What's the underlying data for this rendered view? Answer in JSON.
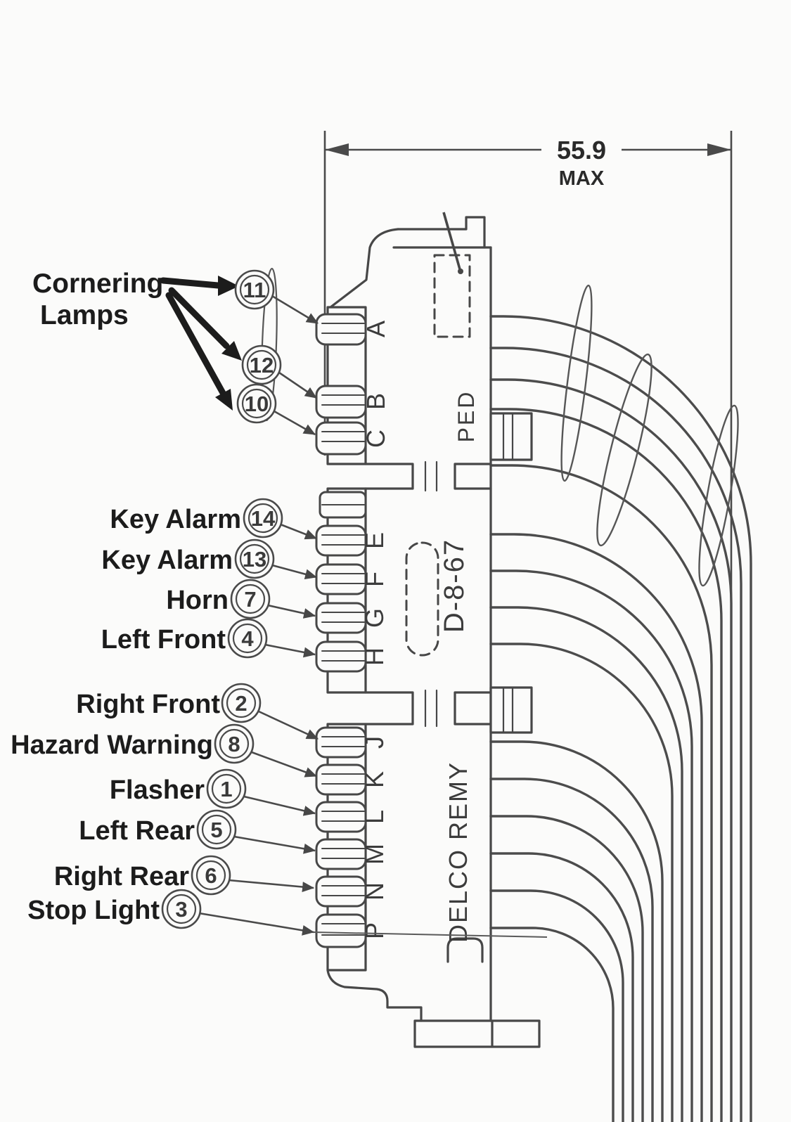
{
  "dimension": {
    "value": "55.9",
    "qualifier": "MAX"
  },
  "connector": {
    "ped_label": "PED",
    "date_code": "D-8-67",
    "brand": "DELCO REMY",
    "terminals": [
      {
        "letter": "A"
      },
      {
        "letter": "B"
      },
      {
        "letter": "C"
      },
      {
        "letter": "E"
      },
      {
        "letter": "F"
      },
      {
        "letter": "G"
      },
      {
        "letter": "H"
      },
      {
        "letter": "J"
      },
      {
        "letter": "K"
      },
      {
        "letter": "L"
      },
      {
        "letter": "M"
      },
      {
        "letter": "N"
      },
      {
        "letter": "P"
      }
    ]
  },
  "callouts": {
    "cornering": {
      "line1": "Cornering",
      "line2": "Lamps",
      "circles": [
        "11",
        "12",
        "10"
      ]
    },
    "items": [
      {
        "label": "Key Alarm",
        "num": "14"
      },
      {
        "label": "Key Alarm",
        "num": "13"
      },
      {
        "label": "Horn",
        "num": "7"
      },
      {
        "label": "Left Front",
        "num": "4"
      },
      {
        "label": "Right Front",
        "num": "2"
      },
      {
        "label": "Hazard Warning",
        "num": "8"
      },
      {
        "label": "Flasher",
        "num": "1"
      },
      {
        "label": "Left Rear",
        "num": "5"
      },
      {
        "label": "Right Rear",
        "num": "6"
      },
      {
        "label": "Stop Light",
        "num": "3"
      }
    ]
  },
  "colors": {
    "ink": "#474747",
    "label_ink": "#1c1c1c",
    "paper": "#fbfbfa"
  }
}
